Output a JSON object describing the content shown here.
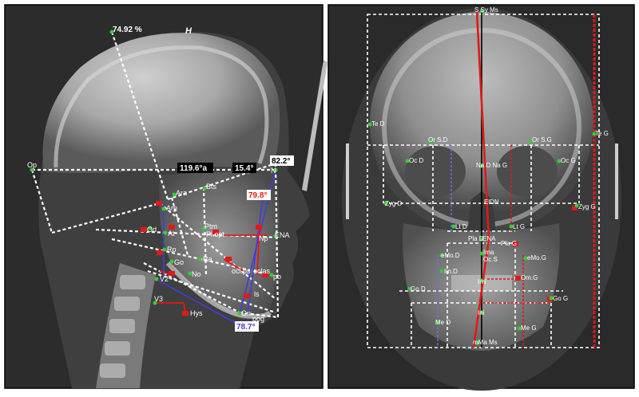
{
  "lateral": {
    "heading_letter": "H",
    "angle_readouts": {
      "top": "74.92 %",
      "frankfort_a": "119.6°a",
      "frankfort_b": "15.4°",
      "nasion": "82.2°",
      "red": "79.8°",
      "chin": "78.7°"
    },
    "points": {
      "op": "Op",
      "n": "N",
      "ara": "Ara",
      "bts": "Bts",
      "arp": "Arp",
      "od": "Od",
      "at": "At",
      "ptm": "Ptm",
      "plopt": "Pl.opt",
      "ena": "ENA",
      "np": "Np",
      "rp": "Rp",
      "go": "Go",
      "ra": "Ra",
      "ocl": "ocl.ps",
      "oclas": "oclas",
      "pb": "pb",
      "v2": "V2",
      "no": "No",
      "ls": "ls",
      "v3": "V3",
      "gn": "Gn",
      "pog": "pog",
      "hys": "Hys"
    }
  },
  "frontal": {
    "points": {
      "top": "S Sy Ms",
      "ted": "Te D",
      "teg": "Te G",
      "orsd": "Or S.D",
      "orsg": "Or S.G",
      "ocd": "Oc D",
      "ocg": "Oc G",
      "nad": "Na D Na G",
      "zygd": "Zyg D",
      "zygg": "Zyg G",
      "eldn": "ElDN",
      "ltd": "Lt D",
      "ltg": "Lt G",
      "plad": "Pla D",
      "ena": "ENA",
      "plag": "Pla G",
      "ima": "Ima",
      "ocs": "Oc.S",
      "emod": "eMo.D",
      "emog": "eMo.G",
      "imd": "Im.D",
      "omg": "Om.G",
      "god": "Go D",
      "gog": "Go G",
      "imi": "Imi",
      "ini": "Ini",
      "med": "Me D",
      "meg": "Me G",
      "mma": "mMa Ms"
    }
  }
}
